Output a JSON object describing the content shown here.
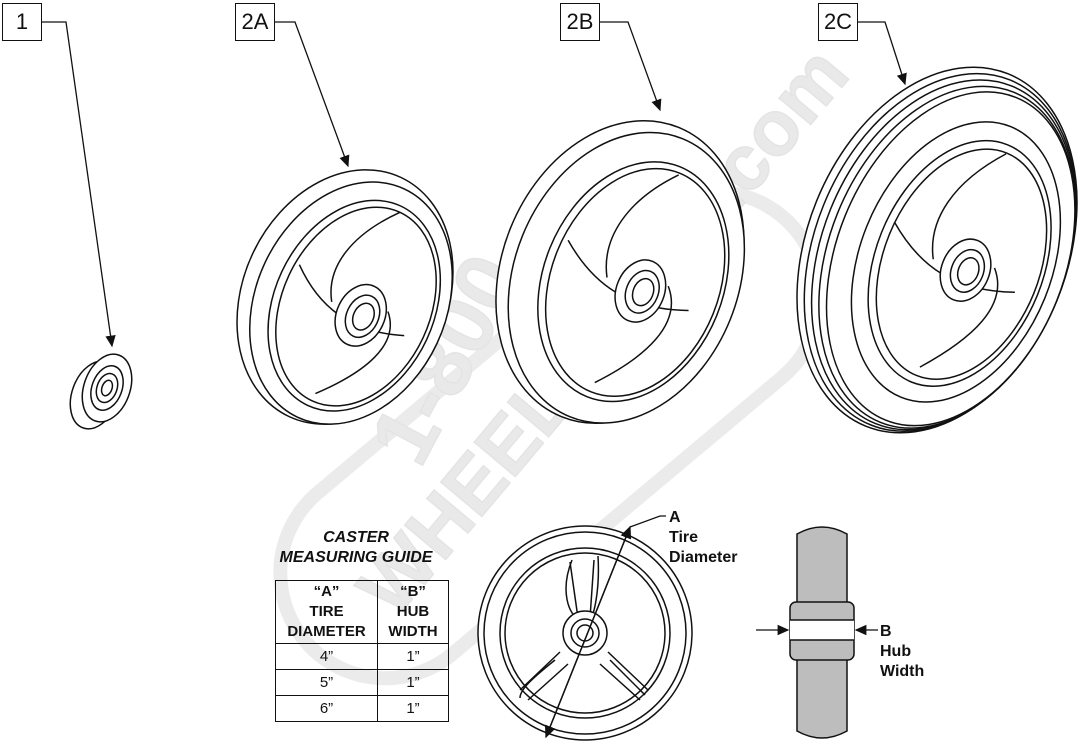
{
  "callouts": [
    {
      "id": "1",
      "label": "1"
    },
    {
      "id": "2A",
      "label": "2A"
    },
    {
      "id": "2B",
      "label": "2B"
    },
    {
      "id": "2C",
      "label": "2C"
    }
  ],
  "guide": {
    "title_line1": "CASTER",
    "title_line2": "MEASURING GUIDE",
    "col_a": [
      "“A”",
      "TIRE",
      "DIAMETER"
    ],
    "col_b": [
      "“B”",
      "HUB",
      "WIDTH"
    ],
    "rows": [
      {
        "a": "4”",
        "b": "1”"
      },
      {
        "a": "5”",
        "b": "1”"
      },
      {
        "a": "6”",
        "b": "1”"
      }
    ]
  },
  "dimension_a": {
    "line1": "A",
    "line2": "Tire",
    "line3": "Diameter"
  },
  "dimension_b": {
    "line1": "B",
    "line2": "Hub",
    "line3": "Width"
  },
  "watermark": {
    "line1": "1-800",
    "line2": "WHEELCHAIR.com"
  },
  "colors": {
    "line": "#111111",
    "hub_fill": "#bdbdbd",
    "watermark": "#e6e6e6"
  }
}
